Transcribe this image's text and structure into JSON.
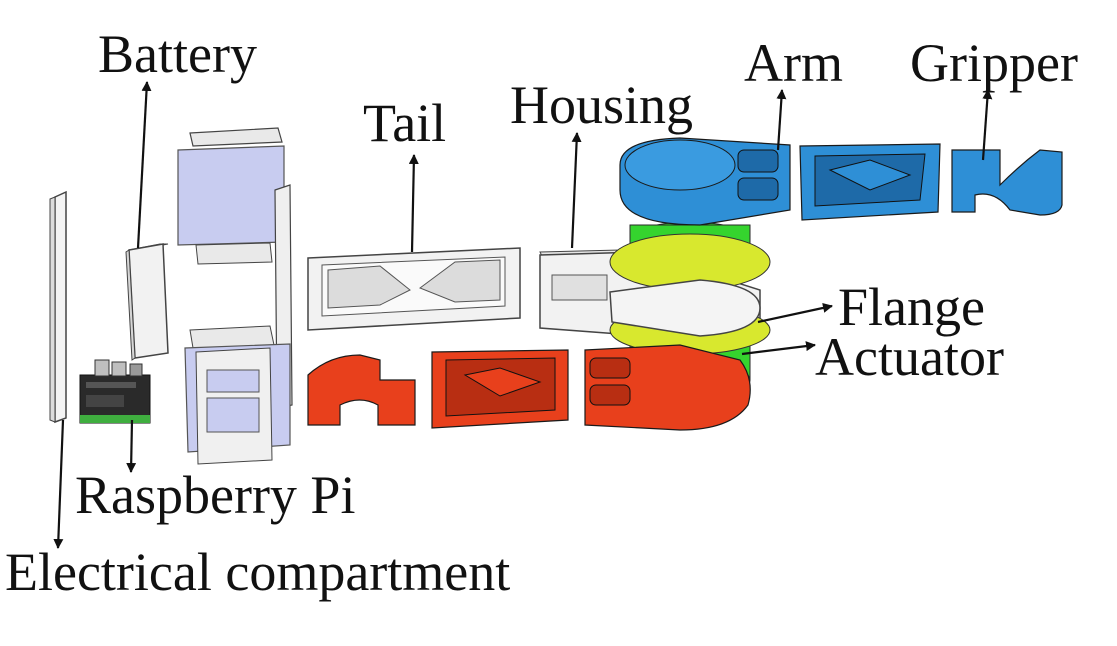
{
  "labels": {
    "battery": "Battery",
    "tail": "Tail",
    "housing": "Housing",
    "arm": "Arm",
    "gripper": "Gripper",
    "flange": "Flange",
    "actuator": "Actuator",
    "raspberry_pi": "Raspberry Pi",
    "electrical_compartment": "Electrical compartment"
  },
  "colors": {
    "blue_parts": "#2e8fd6",
    "red_parts": "#e8401c",
    "green_actuator": "#35d42e",
    "yellow_flange": "#d8e82e",
    "white_parts": "#f2f2f2",
    "lavender_panels": "#c8ccf0",
    "outline": "#333333"
  }
}
